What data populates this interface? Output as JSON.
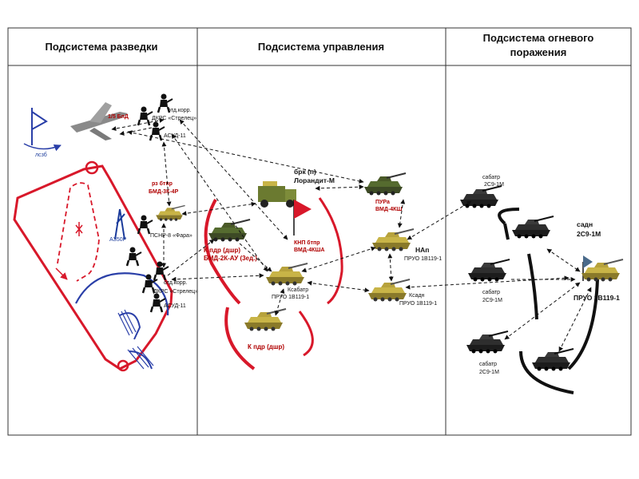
{
  "headers": {
    "recon": "Подсистема разведки",
    "control": "Подсистема управления",
    "fire": [
      "Подсистема огневого",
      "поражения"
    ]
  },
  "recon": {
    "bpla": "1/5 БпД",
    "scout_top": [
      "отд.корр.",
      "ДКРС «Стрелец»",
      "АСУД-11"
    ],
    "bmp_label": [
      "рз бтпр",
      "БМД-3К-4Р"
    ],
    "psnr": "ПСНР-8 «Фара»",
    "mortar": "АЗ50Р",
    "scout_bottom": [
      "отд.корр.",
      "ДКРС «Стрелец»",
      "АСУД-11"
    ],
    "aszd": "лсзб"
  },
  "control": {
    "brk": [
      "брк (п)",
      "Лорандит-М"
    ],
    "kpn": [
      "КНП бтпр",
      "ВМД-4КША"
    ],
    "pura": [
      "ПУРа",
      "ВМД-4КШ"
    ],
    "komandir_dshr": [
      "К пдр (дшр)",
      "БМД-2К-АУ (3ед.)"
    ],
    "nap": "НАп",
    "pruo_nap": "ПРУО 1В119-1",
    "kom_sabatr": [
      "Ксабатр",
      "ПРУО 1В119-1"
    ],
    "kom_sadn": [
      "Ксадн",
      "ПРУО 1В119-1"
    ],
    "k_pdr": "К пдр (дшр)"
  },
  "fire": {
    "sabatr_top": [
      "сабатр",
      "2С9-1М"
    ],
    "sadn": [
      "садн",
      "2С9-1М"
    ],
    "pruo": "ПРУО 1В119-1",
    "sabatr_mid": [
      "сабатр",
      "2С9-1М"
    ],
    "sabatr_bottom": [
      "сабатр",
      "2С9-1М"
    ]
  }
}
